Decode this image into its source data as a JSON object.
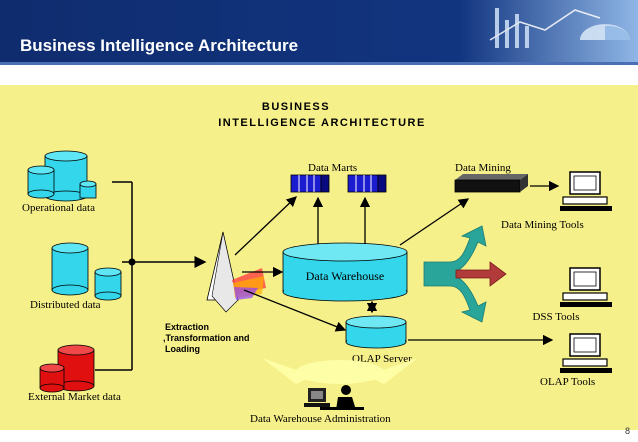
{
  "slide_title": "Business Intelligence Architecture",
  "page_number": "8",
  "diagram": {
    "heading_line1": "BUSINESS",
    "heading_line2": "INTELLIGENCE  ARCHITECTURE",
    "sources": [
      "Operational data",
      "Distributed data",
      "External Market data"
    ],
    "etl_label": [
      "Extraction",
      ",Transformation and",
      "Loading"
    ],
    "data_marts": "Data Marts",
    "data_mining": "Data Mining",
    "data_warehouse": "Data Warehouse",
    "olap_server": "OLAP Server",
    "tools": [
      "Data Mining Tools",
      "DSS Tools",
      "OLAP Tools"
    ],
    "administration": "Data Warehouse Administration"
  },
  "colors": {
    "header_bg": "#0f2c6e",
    "slide_bg": "#f6f08a",
    "cylinder_cyan": "#33d6ea",
    "cylinder_red": "#e01010",
    "mart_blue": "#1b1bd0",
    "teal_arrows": "#2aa59a"
  }
}
